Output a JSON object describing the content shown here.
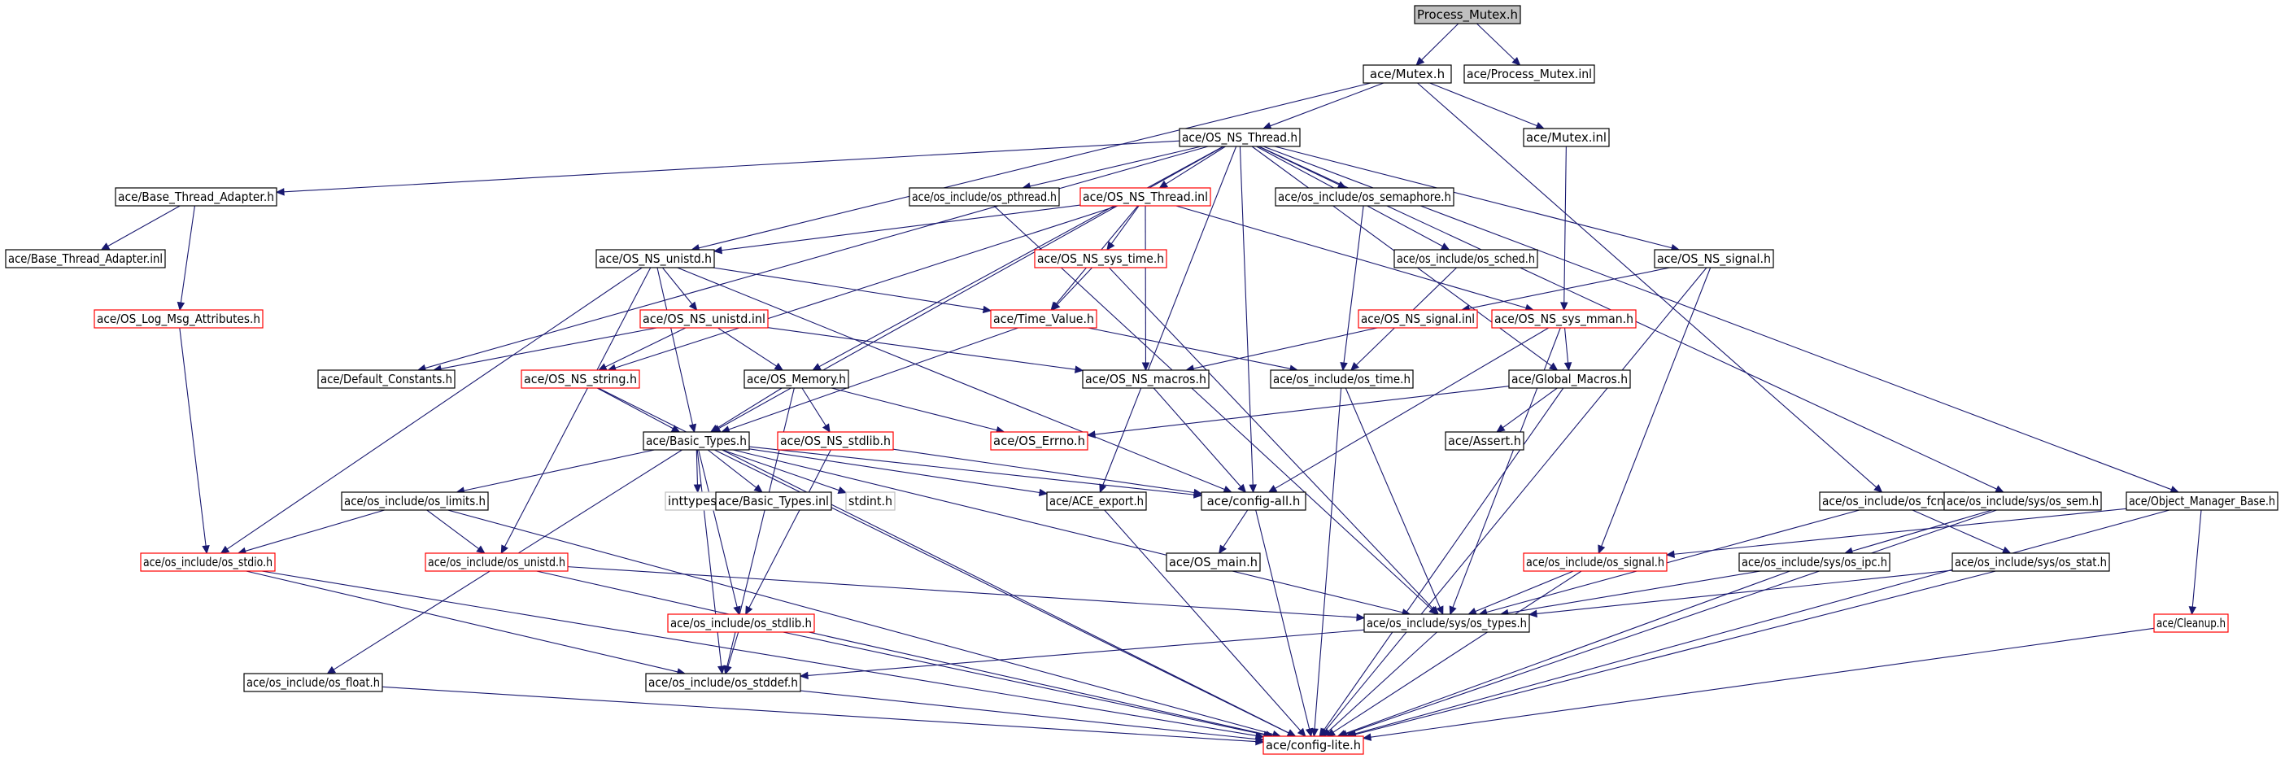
{
  "diagram": {
    "nodes": [
      {
        "id": "process_mutex_h",
        "label": "Process_Mutex.h",
        "kind": "root"
      },
      {
        "id": "mutex_h",
        "label": "ace/Mutex.h",
        "kind": "ok"
      },
      {
        "id": "process_mutex_inl",
        "label": "ace/Process_Mutex.inl",
        "kind": "ok"
      },
      {
        "id": "os_ns_thread_h",
        "label": "ace/OS_NS_Thread.h",
        "kind": "ok"
      },
      {
        "id": "mutex_inl",
        "label": "ace/Mutex.inl",
        "kind": "ok"
      },
      {
        "id": "base_thread_adapter_h",
        "label": "ace/Base_Thread_Adapter.h",
        "kind": "ok"
      },
      {
        "id": "os_pthread_h",
        "label": "ace/os_include/os_pthread.h",
        "kind": "ok"
      },
      {
        "id": "os_ns_thread_inl",
        "label": "ace/OS_NS_Thread.inl",
        "kind": "red"
      },
      {
        "id": "os_semaphore_h",
        "label": "ace/os_include/os_semaphore.h",
        "kind": "ok"
      },
      {
        "id": "base_thread_adapter_inl",
        "label": "ace/Base_Thread_Adapter.inl",
        "kind": "ok"
      },
      {
        "id": "os_ns_unistd_h",
        "label": "ace/OS_NS_unistd.h",
        "kind": "ok"
      },
      {
        "id": "os_ns_sys_time_h",
        "label": "ace/OS_NS_sys_time.h",
        "kind": "red"
      },
      {
        "id": "os_sched_h",
        "label": "ace/os_include/os_sched.h",
        "kind": "ok"
      },
      {
        "id": "os_ns_signal_h",
        "label": "ace/OS_NS_signal.h",
        "kind": "ok"
      },
      {
        "id": "os_log_msg_attributes_h",
        "label": "ace/OS_Log_Msg_Attributes.h",
        "kind": "red"
      },
      {
        "id": "os_ns_unistd_inl",
        "label": "ace/OS_NS_unistd.inl",
        "kind": "red"
      },
      {
        "id": "time_value_h",
        "label": "ace/Time_Value.h",
        "kind": "red"
      },
      {
        "id": "os_ns_signal_inl",
        "label": "ace/OS_NS_signal.inl",
        "kind": "red"
      },
      {
        "id": "os_ns_sys_mman_h",
        "label": "ace/OS_NS_sys_mman.h",
        "kind": "red"
      },
      {
        "id": "default_constants_h",
        "label": "ace/Default_Constants.h",
        "kind": "ok"
      },
      {
        "id": "os_ns_string_h",
        "label": "ace/OS_NS_string.h",
        "kind": "red"
      },
      {
        "id": "os_memory_h",
        "label": "ace/OS_Memory.h",
        "kind": "ok"
      },
      {
        "id": "os_ns_macros_h",
        "label": "ace/OS_NS_macros.h",
        "kind": "ok"
      },
      {
        "id": "os_time_h",
        "label": "ace/os_include/os_time.h",
        "kind": "ok"
      },
      {
        "id": "global_macros_h",
        "label": "ace/Global_Macros.h",
        "kind": "ok"
      },
      {
        "id": "basic_types_h",
        "label": "ace/Basic_Types.h",
        "kind": "ok"
      },
      {
        "id": "os_ns_stdlib_h",
        "label": "ace/OS_NS_stdlib.h",
        "kind": "red"
      },
      {
        "id": "os_errno_h",
        "label": "ace/OS_Errno.h",
        "kind": "red"
      },
      {
        "id": "assert_h",
        "label": "ace/Assert.h",
        "kind": "ok"
      },
      {
        "id": "os_limits_h",
        "label": "ace/os_include/os_limits.h",
        "kind": "ok"
      },
      {
        "id": "inttypes_h",
        "label": "inttypes.h",
        "kind": "ext"
      },
      {
        "id": "basic_types_inl",
        "label": "ace/Basic_Types.inl",
        "kind": "ok"
      },
      {
        "id": "stdint_h",
        "label": "stdint.h",
        "kind": "ext"
      },
      {
        "id": "ace_export_h",
        "label": "ace/ACE_export.h",
        "kind": "ok"
      },
      {
        "id": "config_all_h",
        "label": "ace/config-all.h",
        "kind": "ok"
      },
      {
        "id": "os_fcntl_h",
        "label": "ace/os_include/os_fcntl.h",
        "kind": "ok"
      },
      {
        "id": "os_sem_h",
        "label": "ace/os_include/sys/os_sem.h",
        "kind": "ok"
      },
      {
        "id": "object_manager_base_h",
        "label": "ace/Object_Manager_Base.h",
        "kind": "ok"
      },
      {
        "id": "os_stdio_h",
        "label": "ace/os_include/os_stdio.h",
        "kind": "red"
      },
      {
        "id": "os_unistd_h",
        "label": "ace/os_include/os_unistd.h",
        "kind": "red"
      },
      {
        "id": "os_main_h",
        "label": "ace/OS_main.h",
        "kind": "ok"
      },
      {
        "id": "os_signal_h",
        "label": "ace/os_include/os_signal.h",
        "kind": "red"
      },
      {
        "id": "os_ipc_h",
        "label": "ace/os_include/sys/os_ipc.h",
        "kind": "ok"
      },
      {
        "id": "os_stat_h",
        "label": "ace/os_include/sys/os_stat.h",
        "kind": "ok"
      },
      {
        "id": "os_stdlib_h",
        "label": "ace/os_include/os_stdlib.h",
        "kind": "red"
      },
      {
        "id": "os_types_h",
        "label": "ace/os_include/sys/os_types.h",
        "kind": "ok"
      },
      {
        "id": "cleanup_h",
        "label": "ace/Cleanup.h",
        "kind": "red"
      },
      {
        "id": "os_float_h",
        "label": "ace/os_include/os_float.h",
        "kind": "ok"
      },
      {
        "id": "os_stddef_h",
        "label": "ace/os_include/os_stddef.h",
        "kind": "ok"
      },
      {
        "id": "config_lite_h",
        "label": "ace/config-lite.h",
        "kind": "red"
      }
    ],
    "edges": [
      [
        "process_mutex_h",
        "mutex_h"
      ],
      [
        "process_mutex_h",
        "process_mutex_inl"
      ],
      [
        "mutex_h",
        "os_ns_thread_h"
      ],
      [
        "mutex_h",
        "mutex_inl"
      ],
      [
        "mutex_h",
        "os_ns_unistd_h"
      ],
      [
        "mutex_h",
        "os_fcntl_h"
      ],
      [
        "mutex_inl",
        "os_ns_sys_mman_h"
      ],
      [
        "os_ns_thread_h",
        "base_thread_adapter_h"
      ],
      [
        "os_ns_thread_h",
        "os_pthread_h"
      ],
      [
        "os_ns_thread_h",
        "os_ns_thread_inl"
      ],
      [
        "os_ns_thread_h",
        "os_semaphore_h"
      ],
      [
        "os_ns_thread_h",
        "os_sched_h"
      ],
      [
        "os_ns_thread_h",
        "os_ns_signal_h"
      ],
      [
        "os_ns_thread_h",
        "global_macros_h"
      ],
      [
        "os_ns_thread_h",
        "default_constants_h"
      ],
      [
        "os_ns_thread_h",
        "os_memory_h"
      ],
      [
        "os_ns_thread_h",
        "basic_types_h"
      ],
      [
        "os_ns_thread_h",
        "config_all_h"
      ],
      [
        "os_ns_thread_h",
        "ace_export_h"
      ],
      [
        "os_ns_thread_h",
        "object_manager_base_h"
      ],
      [
        "os_ns_thread_h",
        "os_sem_h"
      ],
      [
        "base_thread_adapter_h",
        "base_thread_adapter_inl"
      ],
      [
        "base_thread_adapter_h",
        "os_log_msg_attributes_h"
      ],
      [
        "os_log_msg_attributes_h",
        "os_stdio_h"
      ],
      [
        "os_pthread_h",
        "os_types_h"
      ],
      [
        "os_ns_thread_inl",
        "os_ns_unistd_h"
      ],
      [
        "os_ns_thread_inl",
        "os_ns_sys_time_h"
      ],
      [
        "os_ns_thread_inl",
        "time_value_h"
      ],
      [
        "os_ns_thread_inl",
        "os_ns_string_h"
      ],
      [
        "os_ns_thread_inl",
        "os_ns_macros_h"
      ],
      [
        "os_ns_thread_inl",
        "os_ns_sys_mman_h"
      ],
      [
        "os_semaphore_h",
        "os_time_h"
      ],
      [
        "os_sched_h",
        "os_time_h"
      ],
      [
        "os_ns_sys_time_h",
        "time_value_h"
      ],
      [
        "os_ns_sys_time_h",
        "os_types_h"
      ],
      [
        "os_ns_unistd_h",
        "os_ns_unistd_inl"
      ],
      [
        "os_ns_unistd_h",
        "time_value_h"
      ],
      [
        "os_ns_unistd_h",
        "basic_types_h"
      ],
      [
        "os_ns_unistd_h",
        "os_stdio_h"
      ],
      [
        "os_ns_unistd_h",
        "os_unistd_h"
      ],
      [
        "os_ns_unistd_h",
        "config_all_h"
      ],
      [
        "os_ns_unistd_inl",
        "default_constants_h"
      ],
      [
        "os_ns_unistd_inl",
        "os_ns_string_h"
      ],
      [
        "os_ns_unistd_inl",
        "os_memory_h"
      ],
      [
        "os_ns_unistd_inl",
        "os_ns_macros_h"
      ],
      [
        "time_value_h",
        "basic_types_h"
      ],
      [
        "time_value_h",
        "os_time_h"
      ],
      [
        "os_ns_signal_h",
        "os_ns_signal_inl"
      ],
      [
        "os_ns_signal_h",
        "os_signal_h"
      ],
      [
        "os_ns_signal_h",
        "config_lite_h"
      ],
      [
        "os_ns_signal_inl",
        "os_ns_macros_h"
      ],
      [
        "os_ns_sys_mman_h",
        "global_macros_h"
      ],
      [
        "os_ns_sys_mman_h",
        "config_all_h"
      ],
      [
        "os_ns_sys_mman_h",
        "os_types_h"
      ],
      [
        "os_ns_string_h",
        "basic_types_h"
      ],
      [
        "os_ns_string_h",
        "config_lite_h"
      ],
      [
        "os_memory_h",
        "basic_types_h"
      ],
      [
        "os_memory_h",
        "os_errno_h"
      ],
      [
        "os_memory_h",
        "os_ns_stdlib_h"
      ],
      [
        "os_memory_h",
        "os_stddef_h"
      ],
      [
        "os_ns_macros_h",
        "config_all_h"
      ],
      [
        "os_time_h",
        "os_types_h"
      ],
      [
        "os_time_h",
        "config_lite_h"
      ],
      [
        "global_macros_h",
        "os_errno_h"
      ],
      [
        "global_macros_h",
        "assert_h"
      ],
      [
        "global_macros_h",
        "config_lite_h"
      ],
      [
        "basic_types_h",
        "os_limits_h"
      ],
      [
        "basic_types_h",
        "inttypes_h"
      ],
      [
        "basic_types_h",
        "basic_types_inl"
      ],
      [
        "basic_types_h",
        "stdint_h"
      ],
      [
        "basic_types_h",
        "ace_export_h"
      ],
      [
        "basic_types_h",
        "config_all_h"
      ],
      [
        "basic_types_h",
        "os_float_h"
      ],
      [
        "basic_types_h",
        "os_stdlib_h"
      ],
      [
        "basic_types_h",
        "os_stddef_h"
      ],
      [
        "basic_types_h",
        "os_types_h"
      ],
      [
        "basic_types_h",
        "config_lite_h"
      ],
      [
        "os_ns_stdlib_h",
        "os_stdlib_h"
      ],
      [
        "os_ns_stdlib_h",
        "config_all_h"
      ],
      [
        "os_limits_h",
        "os_stdio_h"
      ],
      [
        "os_limits_h",
        "os_unistd_h"
      ],
      [
        "os_limits_h",
        "config_lite_h"
      ],
      [
        "ace_export_h",
        "config_lite_h"
      ],
      [
        "config_all_h",
        "os_main_h"
      ],
      [
        "config_all_h",
        "config_lite_h"
      ],
      [
        "os_fcntl_h",
        "os_types_h"
      ],
      [
        "os_fcntl_h",
        "os_stat_h"
      ],
      [
        "os_sem_h",
        "os_ipc_h"
      ],
      [
        "os_sem_h",
        "config_lite_h"
      ],
      [
        "object_manager_base_h",
        "cleanup_h"
      ],
      [
        "object_manager_base_h",
        "os_signal_h"
      ],
      [
        "object_manager_base_h",
        "config_lite_h"
      ],
      [
        "os_stdio_h",
        "os_stddef_h"
      ],
      [
        "os_stdio_h",
        "config_lite_h"
      ],
      [
        "os_unistd_h",
        "os_types_h"
      ],
      [
        "os_unistd_h",
        "config_lite_h"
      ],
      [
        "os_signal_h",
        "os_types_h"
      ],
      [
        "os_signal_h",
        "config_lite_h"
      ],
      [
        "os_ipc_h",
        "os_types_h"
      ],
      [
        "os_ipc_h",
        "config_lite_h"
      ],
      [
        "os_stat_h",
        "os_types_h"
      ],
      [
        "os_stat_h",
        "config_lite_h"
      ],
      [
        "os_stdlib_h",
        "os_stddef_h"
      ],
      [
        "os_stdlib_h",
        "config_lite_h"
      ],
      [
        "os_types_h",
        "os_stddef_h"
      ],
      [
        "os_types_h",
        "config_lite_h"
      ],
      [
        "cleanup_h",
        "config_lite_h"
      ],
      [
        "os_float_h",
        "config_lite_h"
      ],
      [
        "os_stddef_h",
        "config_lite_h"
      ]
    ]
  }
}
